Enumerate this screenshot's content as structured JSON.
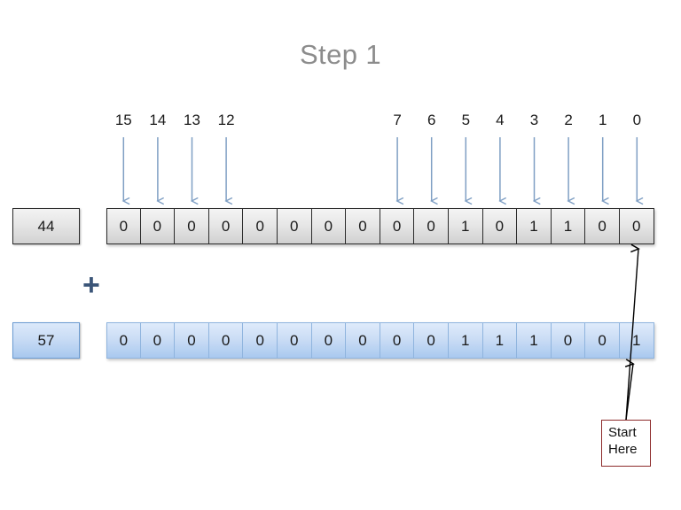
{
  "title": "Step 1",
  "operator": "+",
  "bit_labels": [
    {
      "bit": "15",
      "cell_index": 0
    },
    {
      "bit": "14",
      "cell_index": 1
    },
    {
      "bit": "13",
      "cell_index": 2
    },
    {
      "bit": "12",
      "cell_index": 3
    },
    {
      "bit": "7",
      "cell_index": 8
    },
    {
      "bit": "6",
      "cell_index": 9
    },
    {
      "bit": "5",
      "cell_index": 10
    },
    {
      "bit": "4",
      "cell_index": 11
    },
    {
      "bit": "3",
      "cell_index": 12
    },
    {
      "bit": "2",
      "cell_index": 13
    },
    {
      "bit": "1",
      "cell_index": 14
    },
    {
      "bit": "0",
      "cell_index": 15
    }
  ],
  "rows": [
    {
      "name": "addend-1",
      "decimal": "44",
      "style": "gray",
      "bits": [
        "0",
        "0",
        "0",
        "0",
        "0",
        "0",
        "0",
        "0",
        "0",
        "0",
        "1",
        "0",
        "1",
        "1",
        "0",
        "0"
      ]
    },
    {
      "name": "addend-2",
      "decimal": "57",
      "style": "blue",
      "bits": [
        "0",
        "0",
        "0",
        "0",
        "0",
        "0",
        "0",
        "0",
        "0",
        "0",
        "1",
        "1",
        "1",
        "0",
        "0",
        "1"
      ]
    }
  ],
  "callout": {
    "line1": "Start",
    "line2": "Here",
    "border_color": "#8c2a2a"
  },
  "colors": {
    "title": "#8c8c8c",
    "index_arrow": "#7f9fc4",
    "pointer_arrow": "#000000",
    "plus": "#3b5578",
    "gray_cell_border": "#2b2b2b",
    "blue_cell_border": "#8fb4de"
  }
}
